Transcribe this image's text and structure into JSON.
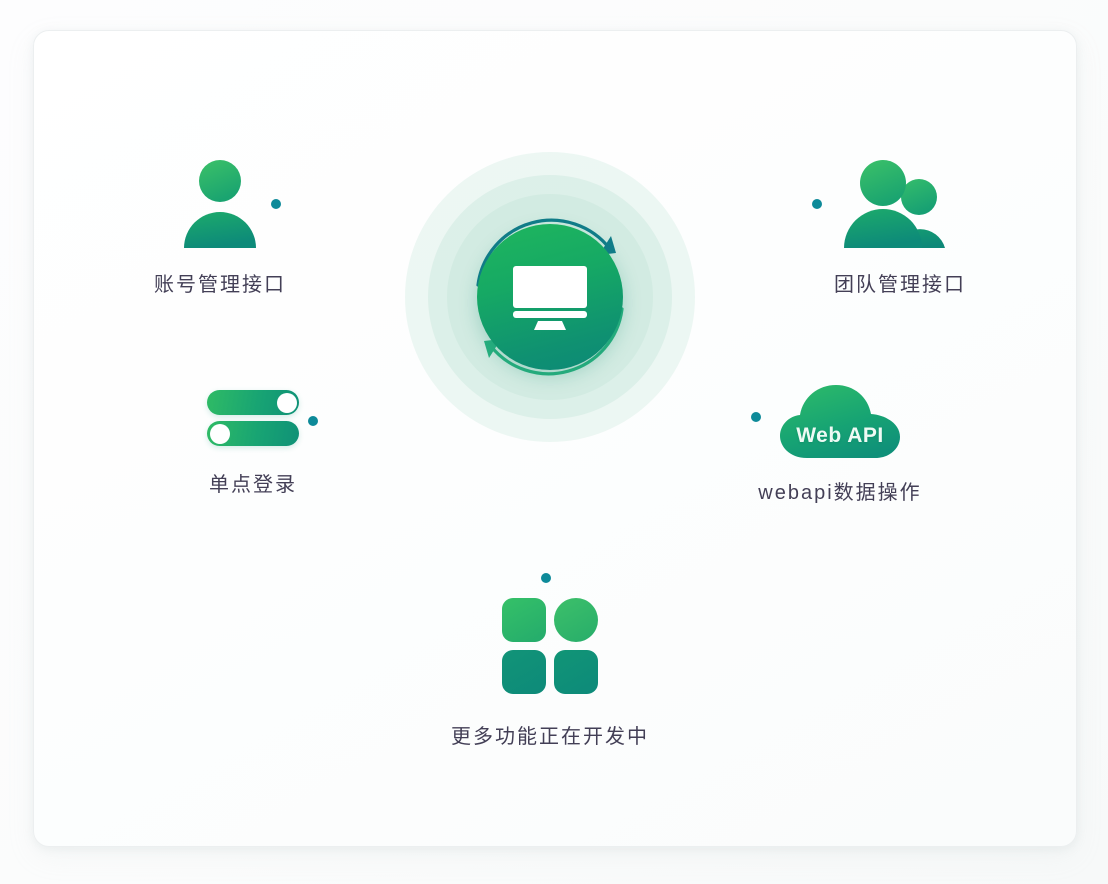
{
  "diagram": {
    "title": "API capability hub diagram",
    "hub": {
      "icon": "monitor-icon",
      "arrows": "circular-sync-arrows"
    },
    "colors": {
      "green_light": "#2fbb65",
      "green_dark": "#0d8877",
      "connector": "#0f8a98",
      "label_text": "#433f56",
      "card_bg": "#ffffff"
    },
    "nodes": [
      {
        "id": "account",
        "label": "账号管理接口",
        "icon": "person-icon"
      },
      {
        "id": "team",
        "label": "团队管理接口",
        "icon": "people-group-icon"
      },
      {
        "id": "sso",
        "label": "单点登录",
        "icon": "toggle-switches-icon",
        "toggles": [
          {
            "state": "on"
          },
          {
            "state": "off"
          }
        ]
      },
      {
        "id": "webapi",
        "label": "webapi数据操作",
        "icon": "cloud-icon",
        "badge": "Web API"
      },
      {
        "id": "more",
        "label": "更多功能正在开发中",
        "icon": "grid-four-icon"
      }
    ]
  }
}
